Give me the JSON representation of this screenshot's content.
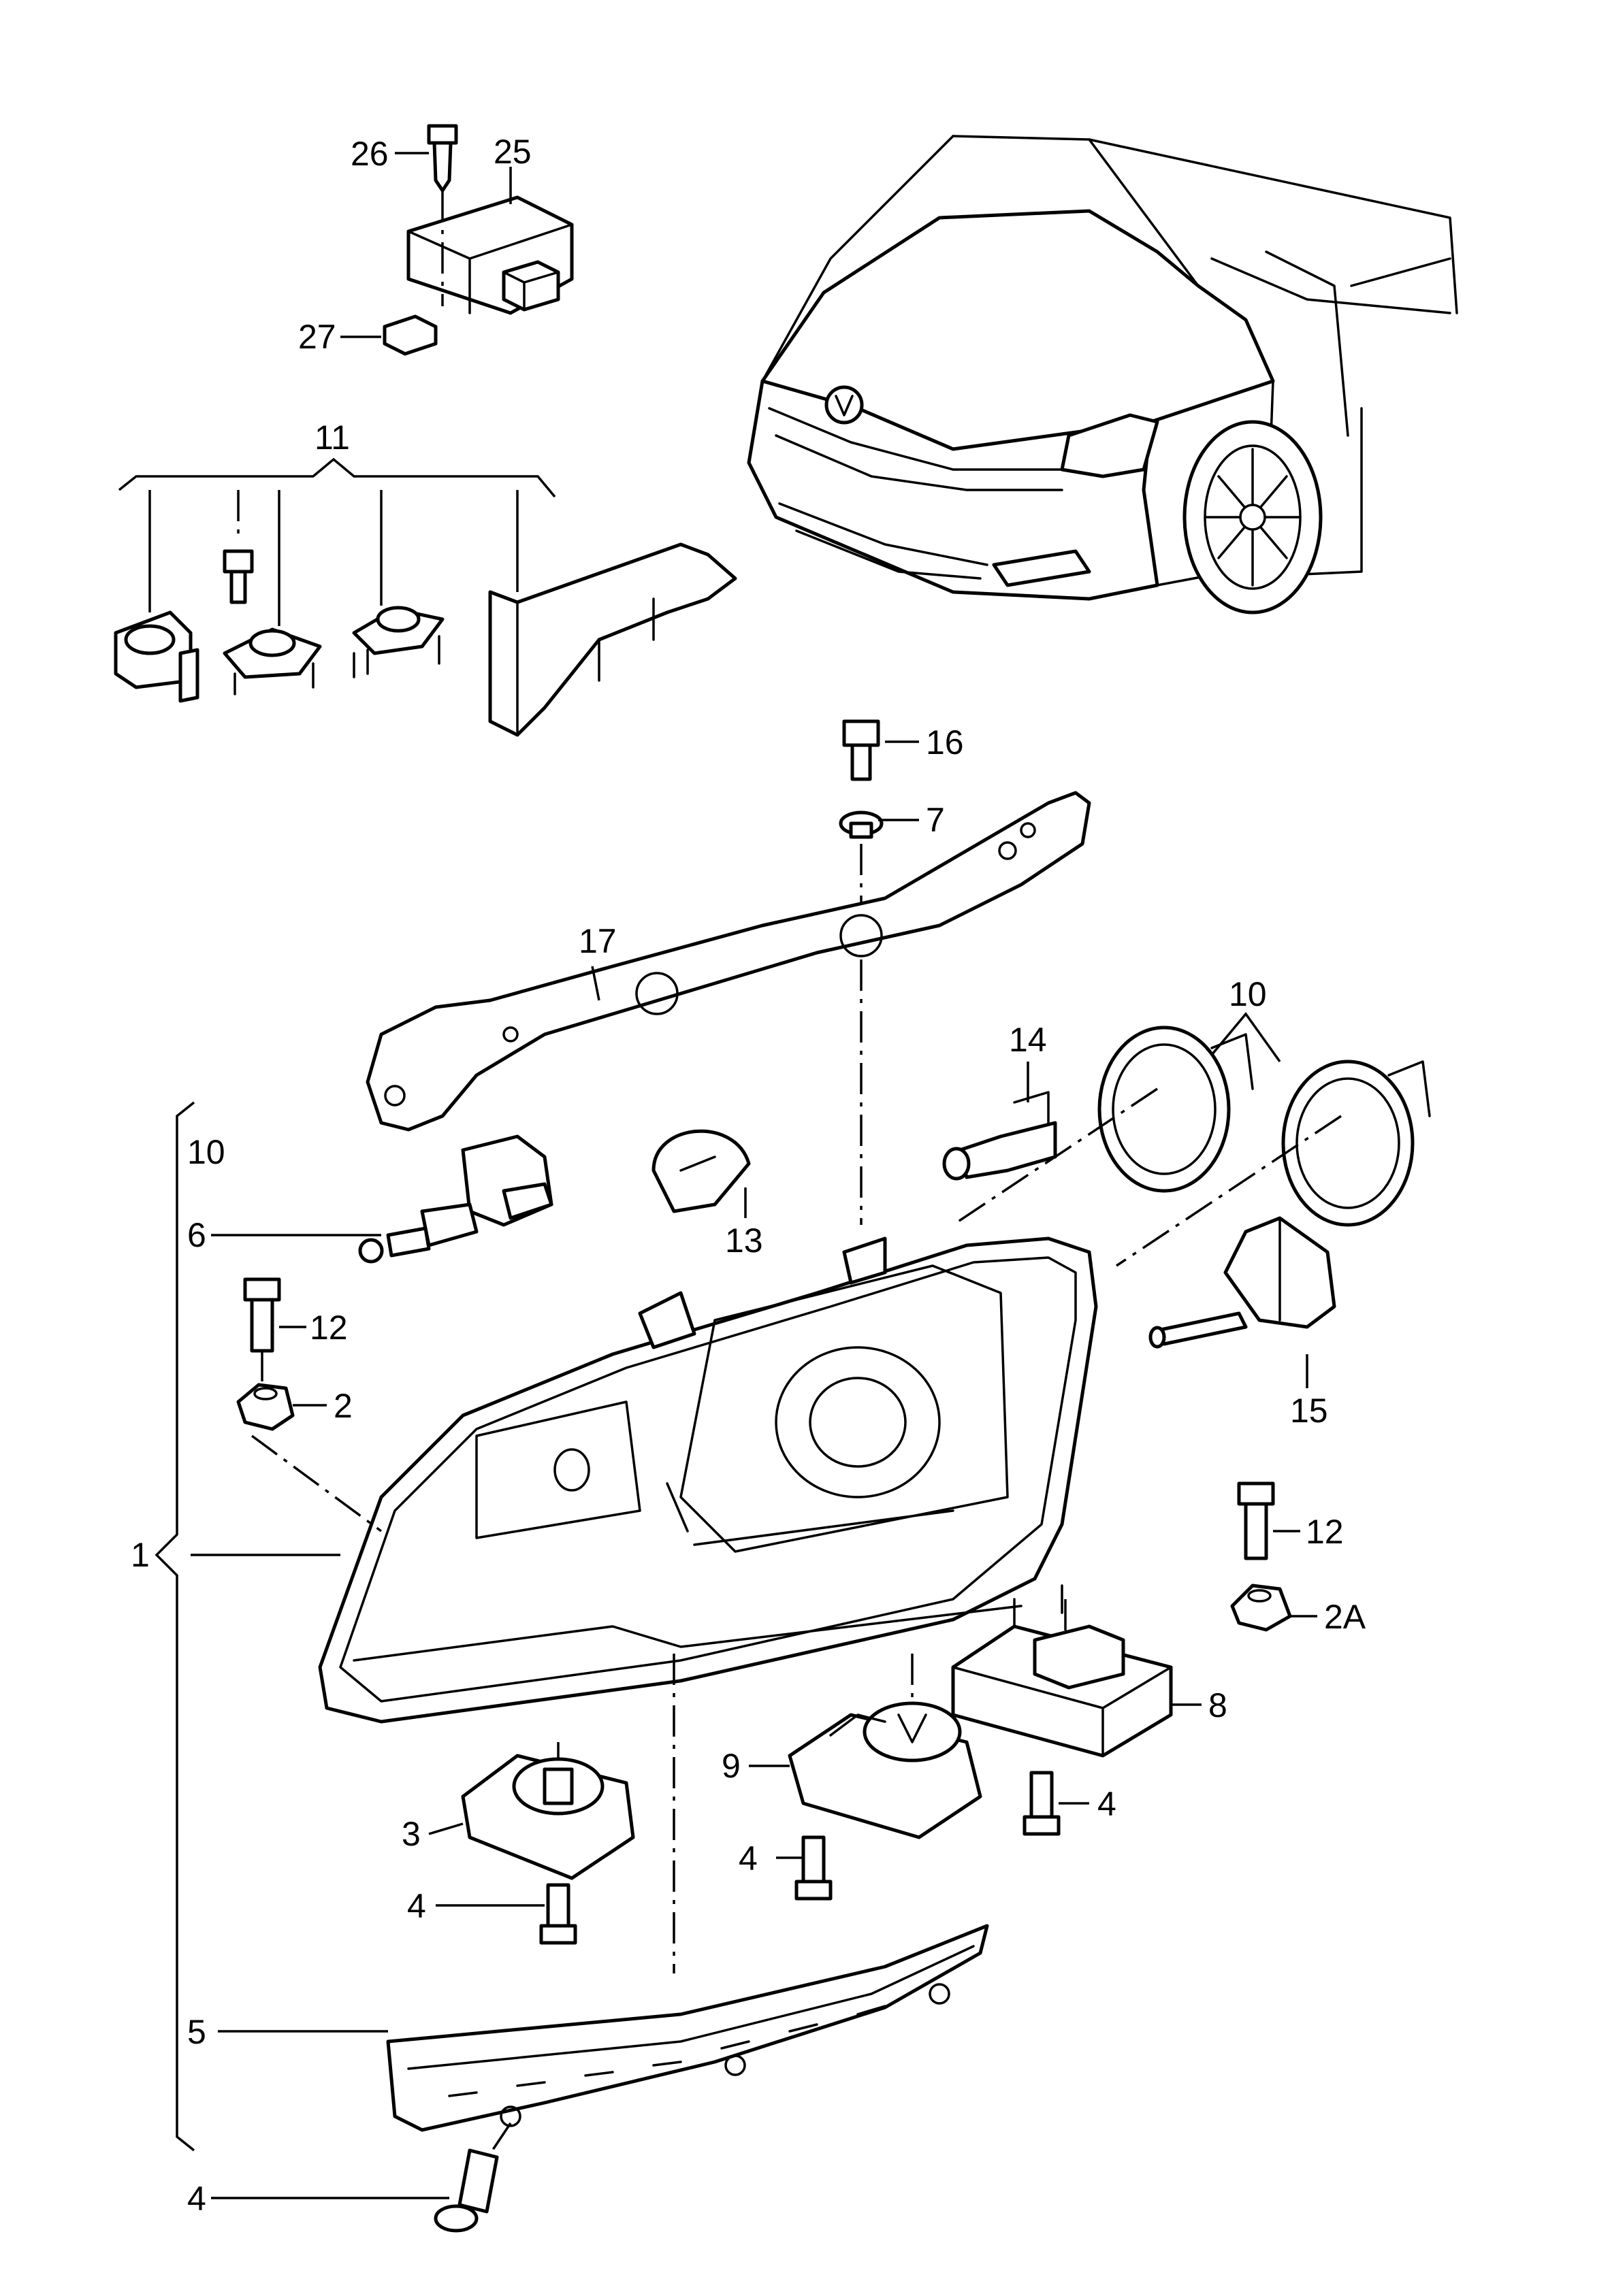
{
  "callouts": {
    "c26": "26",
    "c25": "25",
    "c27": "27",
    "c11": "11",
    "c16": "16",
    "c7": "7",
    "c17": "17",
    "c10a": "10",
    "c14": "14",
    "c10b": "10",
    "c6": "6",
    "c13": "13",
    "c12a": "12",
    "c2": "2",
    "c15": "15",
    "c12b": "12",
    "c2a": "2A",
    "c1": "1",
    "c8": "8",
    "c9": "9",
    "c4a": "4",
    "c3": "3",
    "c4b": "4",
    "c4c": "4",
    "c5": "5",
    "c4d": "4"
  },
  "colors": {
    "line": "#000000",
    "background": "#ffffff"
  }
}
